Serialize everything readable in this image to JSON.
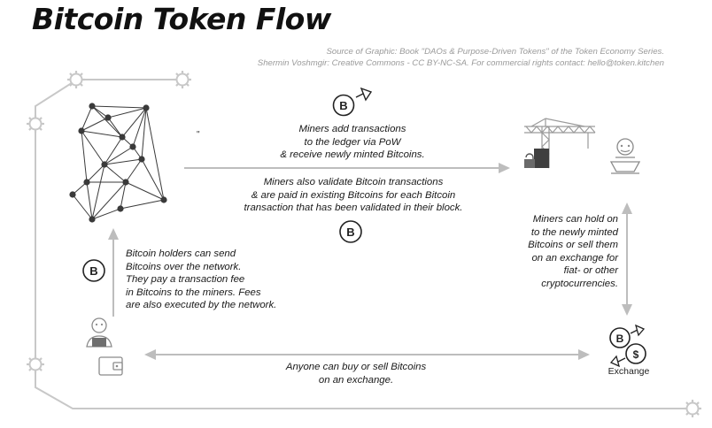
{
  "title": "Bitcoin Token Flow",
  "source": {
    "line1": "Source of Graphic: Book \"DAOs & Purpose-Driven Tokens\" of the Token Economy Series.",
    "line2": "Shermin Voshmgir: Creative Commons - CC BY-NC-SA. For commercial rights contact: hello@token.kitchen"
  },
  "tick_mark": "\"",
  "miners_add": [
    "Miners add transactions",
    "to the ledger via PoW",
    "& receive newly minted Bitcoins."
  ],
  "miners_validate": [
    "Miners also validate Bitcoin transactions",
    "& are paid in existing Bitcoins for each Bitcoin",
    "transaction that has been validated in their block."
  ],
  "holders": [
    "Bitcoin holders can send",
    "Bitcoins over the network.",
    "They pay a transaction fee",
    "in Bitcoins to the miners. Fees",
    "are also executed by the network."
  ],
  "miners_hold": [
    "Miners can hold on",
    "to the newly minted",
    "Bitcoins or sell them",
    "on an exchange for",
    "fiat- or other",
    "cryptocurrencies."
  ],
  "anyone": [
    "Anyone can buy or sell Bitcoins",
    "on an exchange."
  ],
  "exchange_label": "Exchange",
  "coin_symbol": "B",
  "dollar_symbol": "$",
  "colors": {
    "ink": "#1a1a1a",
    "arrow": "#bdbdbd",
    "node": "#3a3a3a",
    "gear": "#c8c8c8",
    "icon": "#8a8a8a",
    "dark": "#444444"
  },
  "icons": [
    "network-icon",
    "miner-crane-icon",
    "lock-icon",
    "robot-icon",
    "user-laptop-icon",
    "wallet-icon",
    "bitcoin-coin-icon",
    "exchange-icon",
    "gear-icon"
  ]
}
